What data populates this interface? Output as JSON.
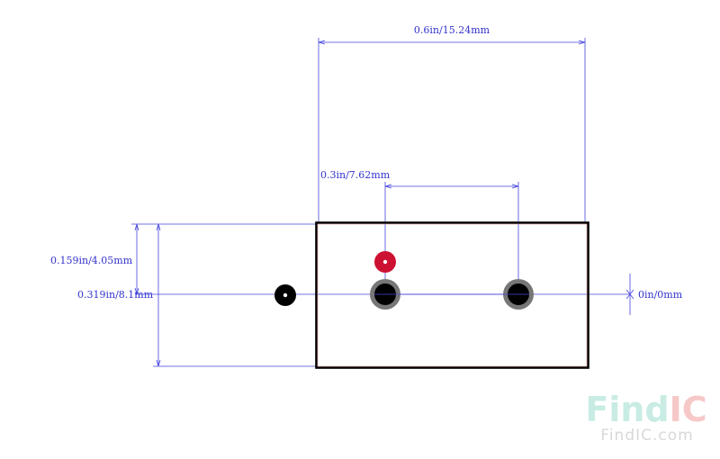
{
  "dimensions": {
    "width_label": "0.6in/15.24mm",
    "pitch_label": "0.3in/7.62mm",
    "upper_height_label": "0.159in/4.05mm",
    "total_height_label": "0.319in/8.1mm",
    "offset_label": "0in/0mm"
  },
  "watermark": {
    "logo_text": "FindIC",
    "url_text": "FindIC.com"
  },
  "colors": {
    "dimension": "#4444dd",
    "outline": "#000000",
    "pad_ring": "#777777",
    "pin1_marker": "#cc1133",
    "watermark_find": "#c8ece4",
    "watermark_ic": "#f6c8c8"
  }
}
